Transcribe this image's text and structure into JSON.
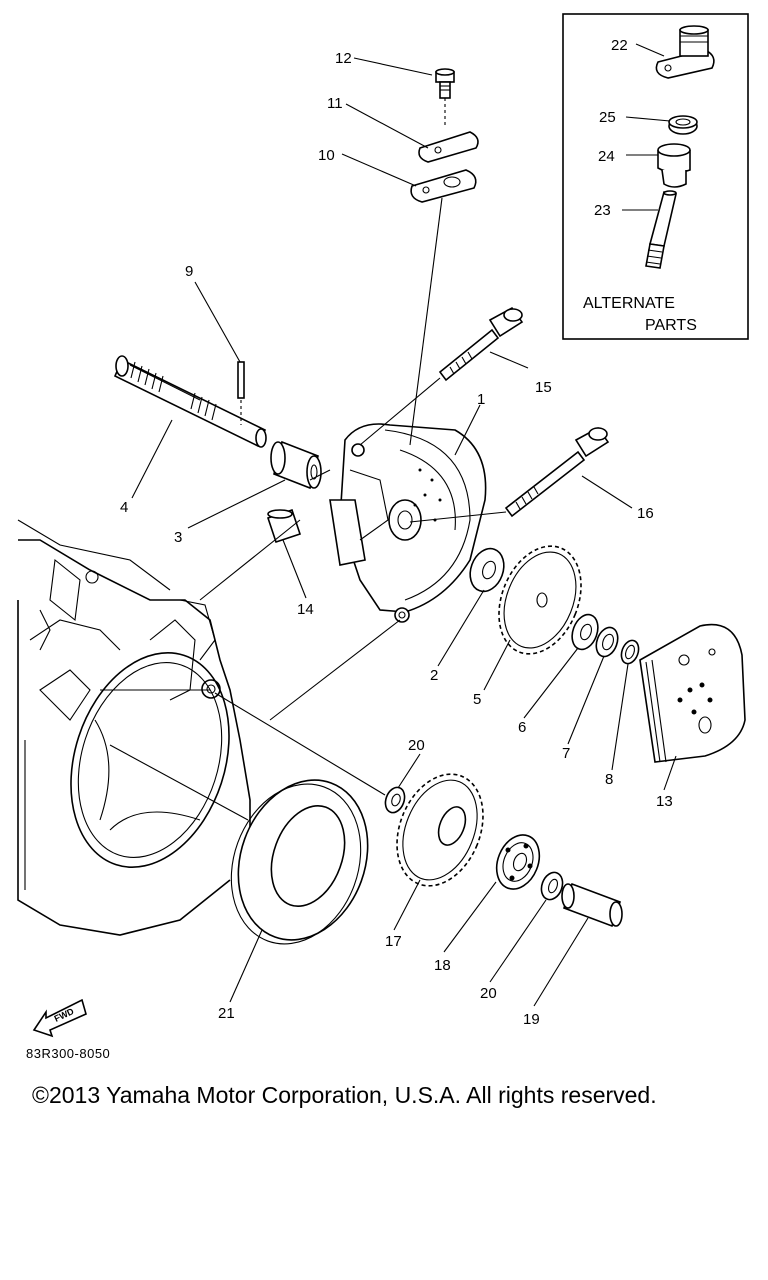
{
  "callouts": {
    "p1": "1",
    "p2": "2",
    "p3": "3",
    "p4": "4",
    "p5": "5",
    "p6": "6",
    "p7": "7",
    "p8": "8",
    "p9": "9",
    "p10": "10",
    "p11": "11",
    "p12": "12",
    "p13": "13",
    "p14": "14",
    "p15": "15",
    "p16": "16",
    "p17": "17",
    "p18": "18",
    "p19": "19",
    "p20a": "20",
    "p20b": "20",
    "p21": "21",
    "p22": "22",
    "p23": "23",
    "p24": "24",
    "p25": "25"
  },
  "alternate_box": {
    "line1": "ALTERNATE",
    "line2": "PARTS"
  },
  "fwd_label": "FWD",
  "diagram_code": "83R300-8050",
  "copyright": "©2013 Yamaha Motor Corporation, U.S.A. All rights reserved."
}
